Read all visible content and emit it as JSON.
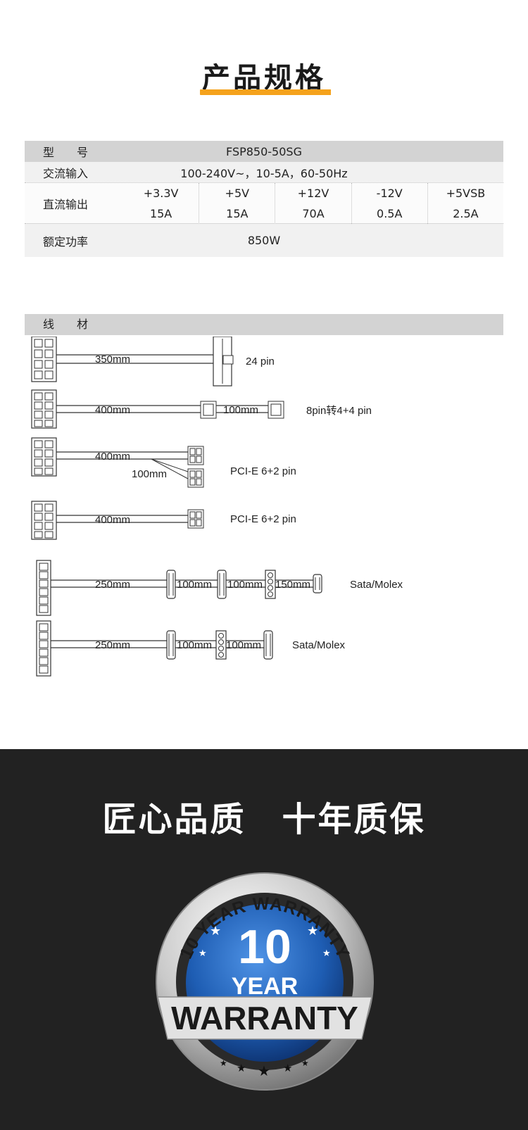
{
  "title": "产品规格",
  "specs": {
    "model_label": "型　　号",
    "model_value": "FSP850-50SG",
    "ac_label": "交流输入",
    "ac_value": "100-240V~，10-5A，60-50Hz",
    "dc_label": "直流输出",
    "dc_rails": [
      "+3.3V",
      "+5V",
      "+12V",
      "-12V",
      "+5VSB"
    ],
    "dc_currents": [
      "15A",
      "15A",
      "70A",
      "0.5A",
      "2.5A"
    ],
    "power_label": "额定功率",
    "power_value": "850W"
  },
  "cables": {
    "header": "线　　材",
    "rows": [
      {
        "lengths": [
          "350mm"
        ],
        "label": "24 pin"
      },
      {
        "lengths": [
          "400mm",
          "100mm"
        ],
        "label": "8pin转4+4 pin"
      },
      {
        "lengths": [
          "400mm",
          "100mm"
        ],
        "label": "PCI-E 6+2 pin"
      },
      {
        "lengths": [
          "400mm"
        ],
        "label": "PCI-E 6+2 pin"
      },
      {
        "lengths": [
          "250mm",
          "100mm",
          "100mm",
          "150mm"
        ],
        "label": "Sata/Molex"
      },
      {
        "lengths": [
          "250mm",
          "100mm",
          "100mm"
        ],
        "label": "Sata/Molex"
      }
    ]
  },
  "slogan": "匠心品质　十年质保",
  "badge": {
    "arc_text": "10 YEAR WARRANTY",
    "number": "10",
    "year": "YEAR",
    "banner": "WARRANTY"
  },
  "colors": {
    "accent": "#f5a21c",
    "dark_bg": "#222222",
    "badge_blue": "#1e5db3"
  }
}
